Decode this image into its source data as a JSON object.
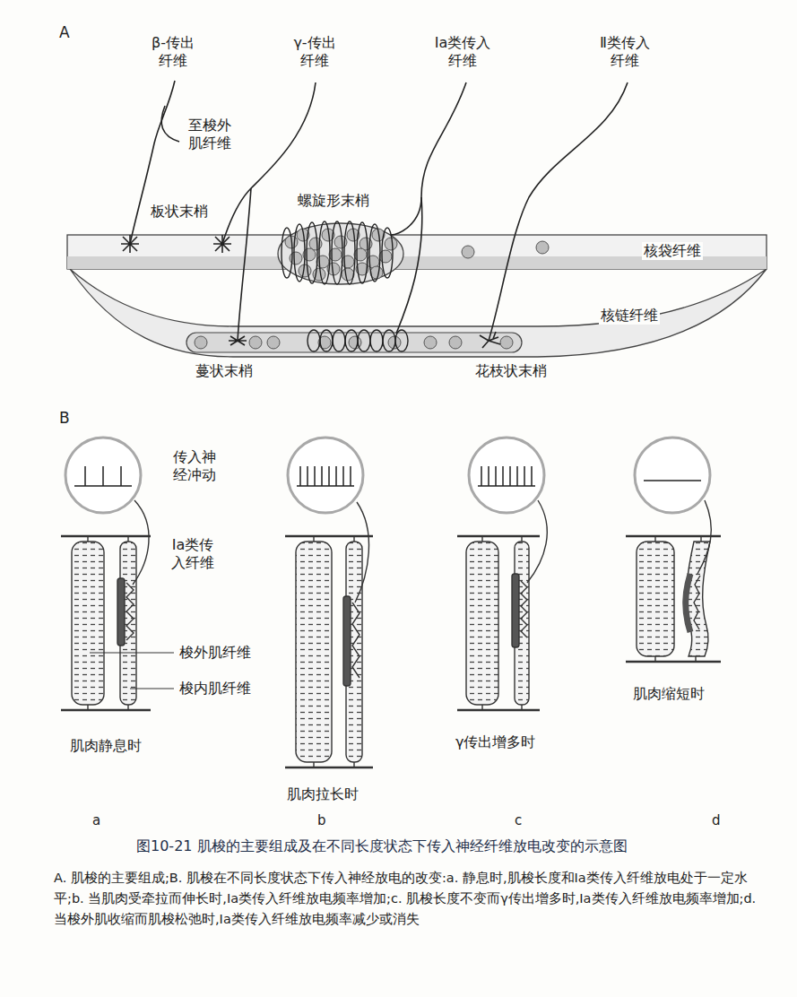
{
  "diagram": {
    "caption": "图10-21 肌梭的主要组成及在不同长度状态下传入神经纤维放电改变的示意图",
    "labels": [
      "A",
      "β-传出纤维",
      "γ-传出纤维",
      "Ⅰa类传入纤维",
      "Ⅱ类传入纤维",
      "至梭外肌纤维",
      "板状末梢",
      "螺旋形末梢",
      "核袋纤维",
      "核链纤维",
      "蔓状末梢",
      "花枝状末梢",
      "B",
      "传入神经冲动",
      "Ia类传入纤维",
      "梭外肌纤维",
      "梭内肌纤维",
      "肌肉静息时",
      "肌肉拉长时",
      "γ传出增多时",
      "肌肉缩短时",
      "a",
      "b",
      "c",
      "d",
      "A. 肌梭的主要组成;B. 肌梭在不同长度状态下传入神经放电的改变:a. 静息时,肌梭长度和Ⅰa类传入纤维放电处于一定水平;b. 当肌肉受牵拉而伸长时,Ⅰa类传入纤维放电频率增加;c. 肌梭长度不变而γ传出增多时,Ⅰa类传入纤维放电频率增加;d. 当梭外肌收缩而肌梭松弛时,Ⅰa类传入纤维放电频率减少或消失"
    ]
  }
}
